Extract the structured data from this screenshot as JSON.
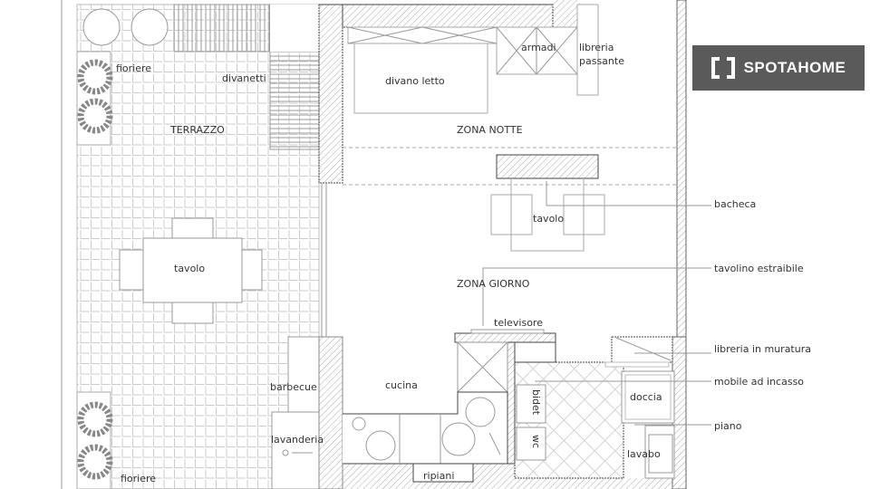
{
  "colors": {
    "logo_bg": "#5a5a5a",
    "line": "#9a9a9a",
    "wall": "#444444"
  },
  "logo": {
    "text": "SPOTAHOME"
  },
  "labels": {
    "fioriere_top": "fioriere",
    "fioriere_bottom": "fioriere",
    "divanetti": "divanetti",
    "terrazzo": "TERRAZZO",
    "tavolo_terrazzo": "tavolo",
    "barbecue": "barbecue",
    "lavanderia": "lavanderia",
    "divano_letto": "divano letto",
    "armadi": "armadi",
    "libreria_passante_1": "libreria",
    "libreria_passante_2": "passante",
    "zona_notte": "ZONA NOTTE",
    "tavolo": "tavolo",
    "zona_giorno": "ZONA GIORNO",
    "televisore": "televisore",
    "cucina": "cucina",
    "ripiani": "ripiani",
    "bidet": "bidet",
    "wc": "wc",
    "doccia": "doccia",
    "lavabo": "lavabo"
  },
  "callouts": [
    "bacheca",
    "tavolino estraibile",
    "libreria in muratura",
    "mobile ad incasso",
    "piano"
  ]
}
